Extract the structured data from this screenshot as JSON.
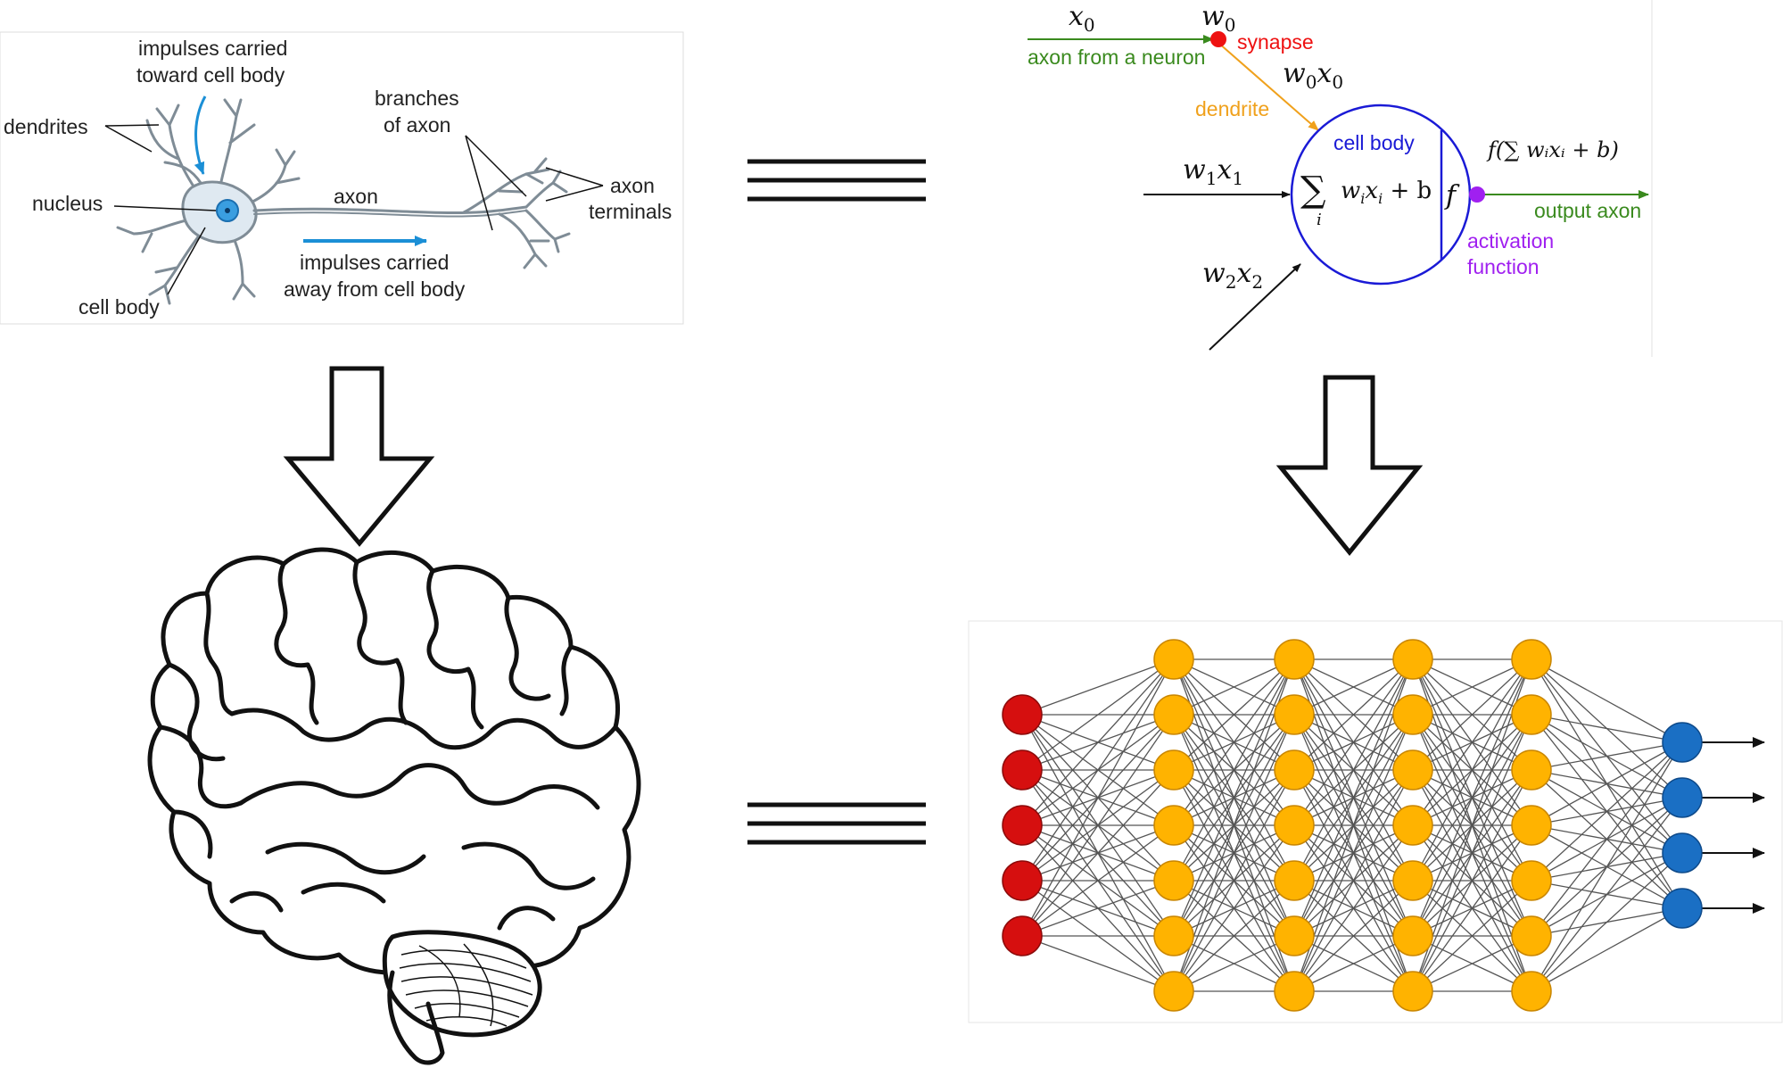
{
  "colors": {
    "neuron_blue": "#1b8fd6",
    "synapse_red": "#ee1111",
    "dendrite_orange": "#f0a11c",
    "green_axon": "#3a8a1e",
    "cell_body_blue": "#1a1ad6",
    "activation_purple": "#a020f0",
    "input_red": "#d60f0f",
    "hidden_orange": "#ffb300",
    "output_blue": "#1a6fc4"
  },
  "icons": [
    "equals-sign-icon",
    "down-arrow-icon",
    "brain-icon",
    "neuron-icon"
  ],
  "neuron": {
    "impulses_toward_1": "impulses carried",
    "impulses_toward_2": "toward cell body",
    "dendrites": "dendrites",
    "branches_1": "branches",
    "branches_2": "of axon",
    "nucleus": "nucleus",
    "axon": "axon",
    "axon_terminals_1": "axon",
    "axon_terminals_2": "terminals",
    "impulses_away_1": "impulses carried",
    "impulses_away_2": "away from cell body",
    "cell_body": "cell body"
  },
  "model": {
    "x0": "x",
    "x0_sub": "0",
    "w0": "w",
    "w0_sub": "0",
    "synapse": "synapse",
    "axon_from": "axon from a neuron",
    "w0x0_a": "w",
    "w0x0_a_sub": "0",
    "w0x0_b": "x",
    "w0x0_b_sub": "0",
    "dendrite": "dendrite",
    "cell_body": "cell body",
    "w1x1_a": "w",
    "w1x1_a_sub": "1",
    "w1x1_b": "x",
    "w1x1_b_sub": "1",
    "sum_symbol": "∑",
    "sum_index": "i",
    "sum_expr_w": "w",
    "sum_expr_x": "x",
    "sum_expr_rest": " + b",
    "f_symbol": "f",
    "output_formula": "f(∑ wᵢxᵢ + b)",
    "output_axon": "output axon",
    "activation_1": "activation",
    "activation_2": "function",
    "w2x2_a": "w",
    "w2x2_a_sub": "2",
    "w2x2_b": "x",
    "w2x2_b_sub": "2"
  },
  "network": {
    "layers": [
      5,
      7,
      7,
      7,
      7,
      4
    ]
  }
}
